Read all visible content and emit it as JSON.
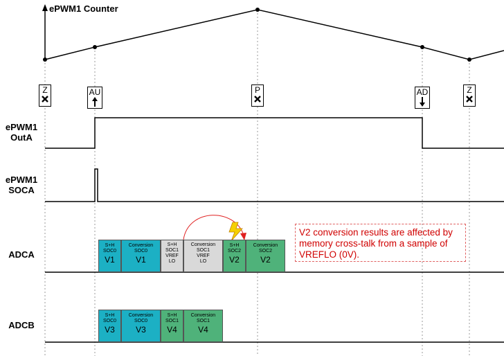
{
  "title": "ePWM1 Counter",
  "events": [
    {
      "id": "z1",
      "label": "Z",
      "symbol": "x"
    },
    {
      "id": "au",
      "label": "AU",
      "symbol": "up"
    },
    {
      "id": "p",
      "label": "P",
      "symbol": "x"
    },
    {
      "id": "ad",
      "label": "AD",
      "symbol": "down"
    },
    {
      "id": "z2",
      "label": "Z",
      "symbol": "x"
    }
  ],
  "signals": {
    "outa": "ePWM1\nOutA",
    "soca": "ePWM1\nSOCA",
    "adca": "ADCA",
    "adcb": "ADCB"
  },
  "adca_blocks": [
    {
      "sub": "S+H\nSOC0",
      "val": "V1",
      "kind": "cyan"
    },
    {
      "sub": "Conversion\nSOC0",
      "val": "V1",
      "kind": "cyan"
    },
    {
      "sub": "S+H\nSOC1\nVREF\nLO",
      "val": "",
      "kind": "gray"
    },
    {
      "sub": "Conversion\nSOC1\nVREF\nLO",
      "val": "",
      "kind": "gray"
    },
    {
      "sub": "S+H\nSOC2",
      "val": "V2",
      "kind": "green"
    },
    {
      "sub": "Conversion\nSOC2",
      "val": "V2",
      "kind": "green"
    }
  ],
  "adcb_blocks": [
    {
      "sub": "S+H\nSOC0",
      "val": "V3",
      "kind": "cyan"
    },
    {
      "sub": "Conversion\nSOC0",
      "val": "V3",
      "kind": "cyan"
    },
    {
      "sub": "S+H\nSOC1",
      "val": "V4",
      "kind": "green"
    },
    {
      "sub": "Conversion\nSOC1",
      "val": "V4",
      "kind": "green"
    }
  ],
  "note": "V2 conversion results are affected by memory cross-talk from a sample of VREFLO (0V).",
  "colors": {
    "cyan": "#1cb0c4",
    "green": "#4fb27a",
    "gray": "#d9d9d9",
    "note": "#d00000",
    "arrow": "#e02020",
    "bolt": "#f5d000"
  }
}
